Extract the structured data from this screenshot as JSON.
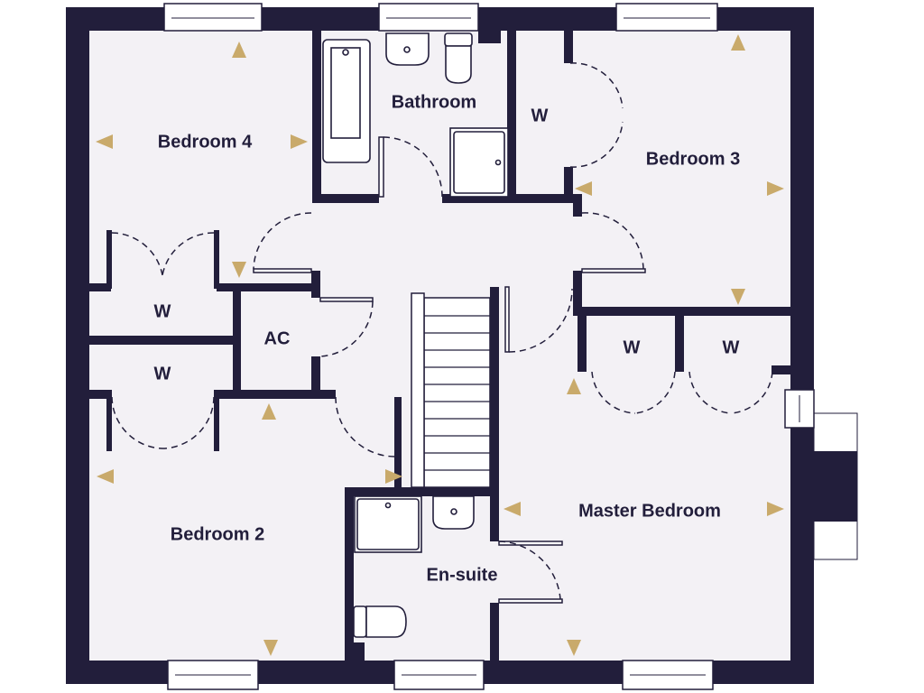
{
  "colors": {
    "wall": "#221e3b",
    "floor": "#f3f1f5",
    "arrow": "#c9aa6b"
  },
  "rooms": {
    "bedroom4": "Bedroom 4",
    "bathroom": "Bathroom",
    "wardrobe_b3": "W",
    "bedroom3": "Bedroom 3",
    "wardrobe_b4": "W",
    "airing_cupboard": "AC",
    "wardrobe_b2": "W",
    "bedroom2": "Bedroom 2",
    "ensuite": "En-suite",
    "master": "Master Bedroom",
    "wardrobe_m1": "W",
    "wardrobe_m2": "W"
  }
}
